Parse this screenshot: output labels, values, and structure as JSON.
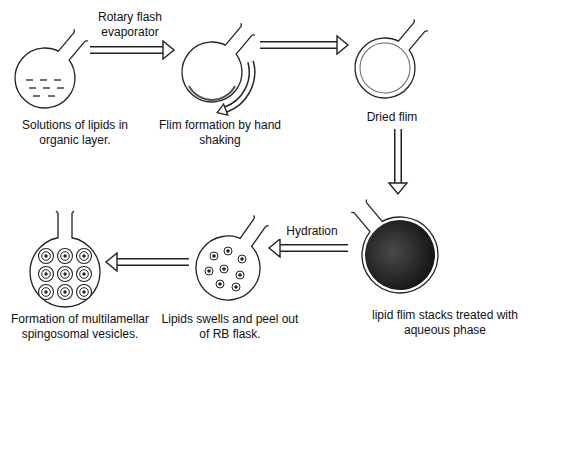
{
  "diagram": {
    "nodes": [
      {
        "text": [
          "Solutions of lipids in organic layer."
        ]
      },
      {
        "text": [
          "Flim formation by hand shaking"
        ]
      },
      {
        "text": [
          "Dried flim"
        ]
      },
      {
        "text": [
          "lipid flim stacks treated with aqueous phase"
        ]
      },
      {
        "text": [
          "Lipids swells and peel out of RB flask."
        ]
      },
      {
        "text": [
          "Formation of multilamellar spingosomal vesicles."
        ]
      }
    ],
    "edges": [
      {
        "from": 0,
        "to": 1,
        "arrow": "to",
        "label": "Rotary flash evaporator"
      },
      {
        "from": 1,
        "to": 2,
        "arrow": "to"
      },
      {
        "from": 2,
        "to": 3,
        "arrow": "to"
      },
      {
        "from": 3,
        "to": 4,
        "arrow": "to",
        "label": "Hydration"
      },
      {
        "from": 4,
        "to": 5,
        "arrow": "to"
      }
    ]
  }
}
